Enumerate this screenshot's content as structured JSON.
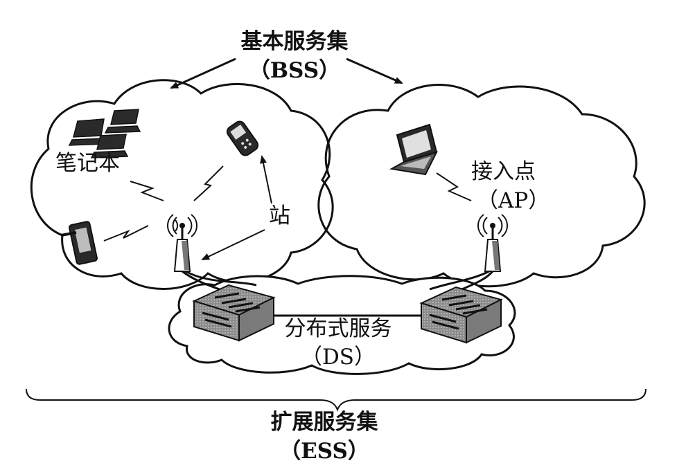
{
  "labels": {
    "bss_title": "基本服务集",
    "bss_abbr": "（BSS）",
    "notebook": "笔记本",
    "station": "站",
    "access_point": "接入点",
    "ap_abbr": "（AP）",
    "ds_title": "分布式服务",
    "ds_abbr": "（DS）",
    "ess_title": "扩展服务集",
    "ess_abbr": "（ESS）"
  },
  "icons": {
    "computers": "notebook-icon",
    "phone": "mobile-phone-icon",
    "pda": "pda-icon",
    "laptop": "laptop-icon",
    "access_point": "access-point-icon",
    "switch": "network-switch-icon",
    "wireless_link": "lightning-wireless-icon"
  },
  "colors": {
    "ink": "#111111",
    "background": "#ffffff",
    "device_fill": "#2a2a2a",
    "switch_fill": "#9a9a9a"
  }
}
